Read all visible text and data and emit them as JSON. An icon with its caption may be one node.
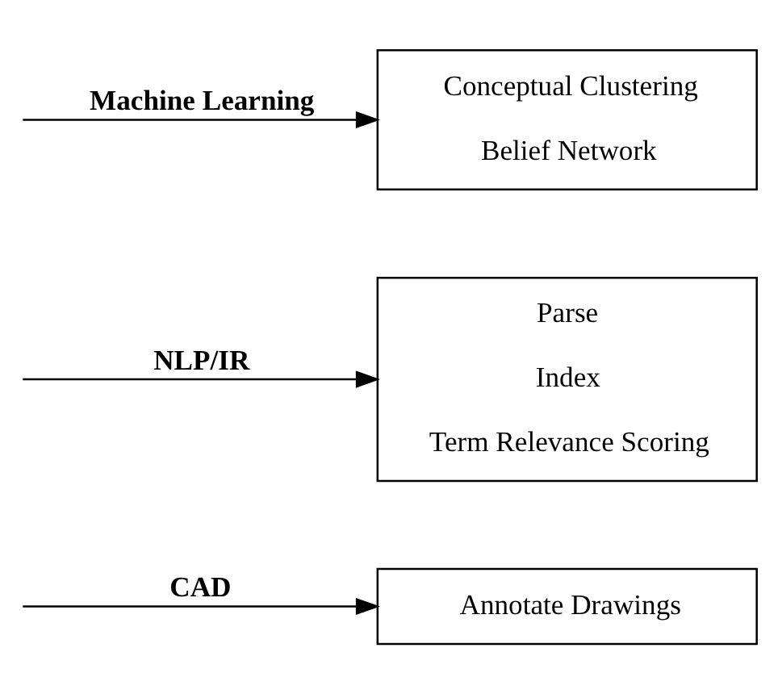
{
  "diagram": {
    "nodes": [
      {
        "text": [
          "Annotate Drawings"
        ]
      },
      {
        "text": [
          "Parse",
          "Index",
          "Term Relevance Scoring"
        ]
      },
      {
        "text": [
          "Conceptual Clustering",
          "Belief Network"
        ]
      }
    ],
    "edges": [
      {
        "from": null,
        "to": 0,
        "arrow": "to",
        "label": "CAD"
      },
      {
        "from": null,
        "to": 1,
        "arrow": "to",
        "label": "NLP/IR"
      },
      {
        "from": null,
        "to": 2,
        "arrow": "to",
        "label": "Machine Learning"
      }
    ]
  }
}
